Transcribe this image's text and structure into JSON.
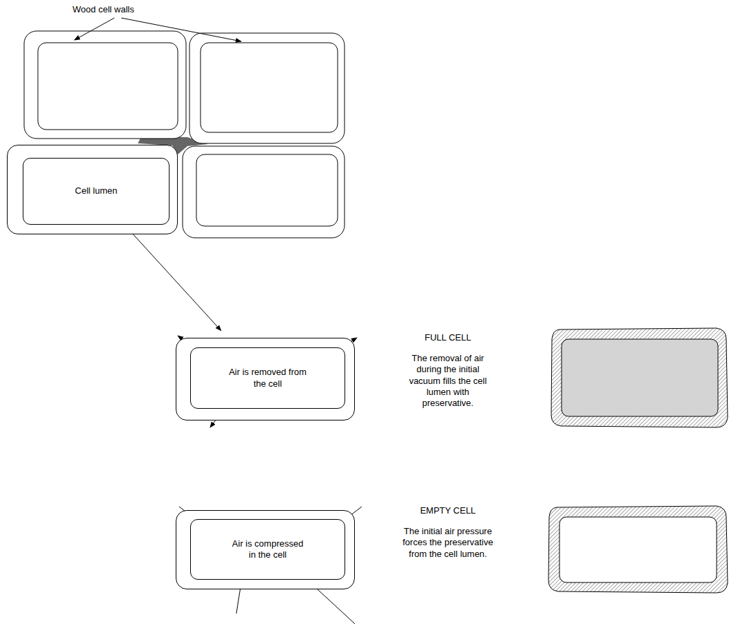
{
  "diagram": {
    "nodes": [
      {
        "text": [
          "Cell lumen"
        ]
      },
      {
        "text": [
          "Air is removed from the cell"
        ]
      },
      {
        "text": [
          "Air is compressed in the cell"
        ]
      }
    ],
    "edges": [
      {
        "from": 0,
        "to": 1,
        "arrow": "to"
      }
    ],
    "labels": [
      "Wood cell walls",
      "FULL CELL",
      "The removal of air during the initial vacuum fills the cell lumen with preservative.",
      "EMPTY CELL",
      "The initial air pressure forces the preservative from the cell lumen."
    ]
  }
}
